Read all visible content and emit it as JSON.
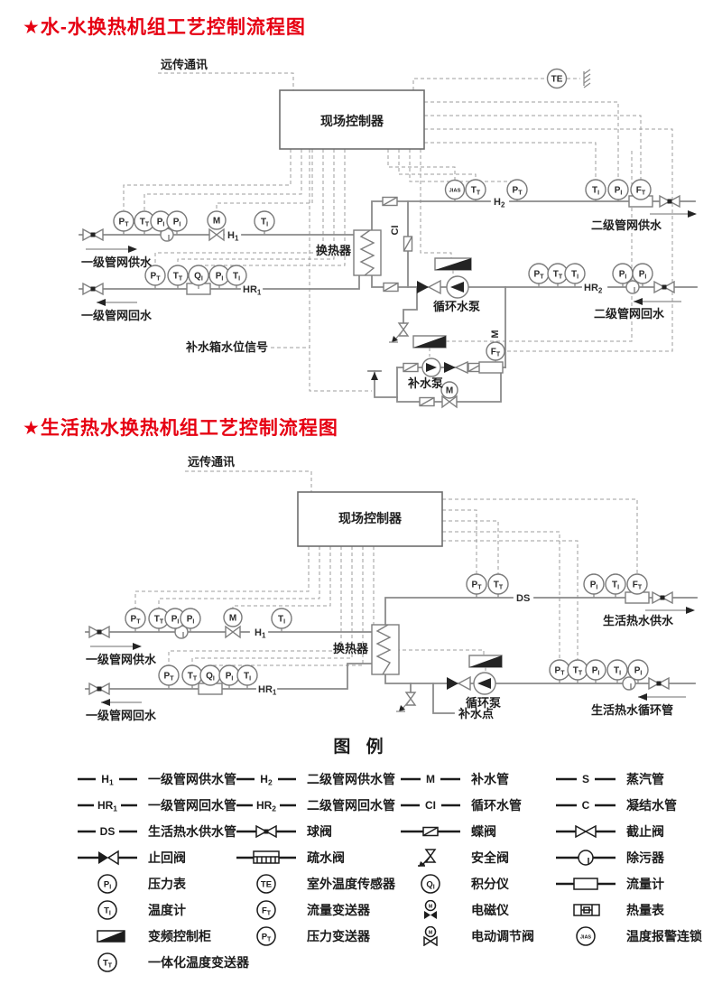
{
  "page": {
    "accent_red": "#e60012",
    "line_gray": "#8a8a8a",
    "black": "#1c1c1c"
  },
  "tags": {
    "PT": {
      "main": "P",
      "sub": "T"
    },
    "TT": {
      "main": "T",
      "sub": "T"
    },
    "PI": {
      "main": "P",
      "sub": "I"
    },
    "TI": {
      "main": "T",
      "sub": "I"
    },
    "QI": {
      "main": "Q",
      "sub": "I"
    },
    "FT": {
      "main": "F",
      "sub": "T"
    },
    "TE": {
      "main": "TE",
      "sub": ""
    },
    "JIAS": {
      "main": "JIAS",
      "sub": ""
    },
    "M": {
      "main": "M",
      "sub": ""
    },
    "H1": {
      "main": "H",
      "sub": "1"
    },
    "H2": {
      "main": "H",
      "sub": "2"
    },
    "HR1": {
      "main": "HR",
      "sub": "1"
    },
    "HR2": {
      "main": "HR",
      "sub": "2"
    },
    "DS": {
      "main": "DS",
      "sub": ""
    },
    "CI": {
      "main": "CI",
      "sub": ""
    },
    "S": {
      "main": "S",
      "sub": ""
    },
    "C": {
      "main": "C",
      "sub": ""
    }
  },
  "diagram1": {
    "title": "★水-水换热机组工艺控制流程图",
    "remote_comm": "远传通讯",
    "controller": "现场控制器",
    "primary_supply": "一级管网供水",
    "primary_return": "一级管网回水",
    "secondary_supply": "二级管网供水",
    "secondary_return": "二级管网回水",
    "exchanger": "换热器",
    "circ_pump": "循环水泵",
    "makeup_pump": "补水泵",
    "tank_level_signal": "补水箱水位信号"
  },
  "diagram2": {
    "title": "★生活热水换热机组工艺控制流程图",
    "remote_comm": "远传通讯",
    "controller": "现场控制器",
    "primary_supply": "一级管网供水",
    "primary_return": "一级管网回水",
    "dhw_supply": "生活热水供水",
    "dhw_circ": "生活热水循环管",
    "exchanger": "换热器",
    "circ_pump": "循环泵",
    "makeup_point": "补水点"
  },
  "legend": {
    "title": "图 例",
    "columns": [
      {
        "items": [
          {
            "symbol": "pipe-tag",
            "tag": "H1",
            "label": "一级管网供水管"
          },
          {
            "symbol": "pipe-tag",
            "tag": "HR1",
            "label": "一级管网回水管"
          },
          {
            "symbol": "pipe-tag",
            "tag": "DS",
            "label": "生活热水供水管"
          },
          {
            "symbol": "check-valve",
            "label": "止回阀"
          },
          {
            "symbol": "instrument",
            "tag": "PI",
            "label": "压力表"
          },
          {
            "symbol": "instrument",
            "tag": "TI",
            "label": "温度计"
          },
          {
            "symbol": "vfd-cabinet",
            "label": "变频控制柜"
          },
          {
            "symbol": "instrument",
            "tag": "TT",
            "label": "一体化温度变送器"
          }
        ]
      },
      {
        "items": [
          {
            "symbol": "pipe-tag",
            "tag": "H2",
            "label": "二级管网供水管"
          },
          {
            "symbol": "pipe-tag",
            "tag": "HR2",
            "label": "二级管网回水管"
          },
          {
            "symbol": "ball-valve",
            "label": "球阀"
          },
          {
            "symbol": "drain-valve",
            "label": "疏水阀"
          },
          {
            "symbol": "instrument",
            "tag": "TE",
            "label": "室外温度传感器"
          },
          {
            "symbol": "instrument",
            "tag": "FT",
            "label": "流量变送器"
          },
          {
            "symbol": "instrument",
            "tag": "PT",
            "label": "压力变送器"
          }
        ]
      },
      {
        "items": [
          {
            "symbol": "pipe-tag",
            "tag": "M",
            "label": "补水管"
          },
          {
            "symbol": "pipe-tag",
            "tag": "CI",
            "label": "循环水管"
          },
          {
            "symbol": "butterfly-valve",
            "label": "蝶阀"
          },
          {
            "symbol": "safety-valve",
            "label": "安全阀"
          },
          {
            "symbol": "instrument",
            "tag": "QI",
            "label": "积分仪"
          },
          {
            "symbol": "solenoid-valve",
            "label": "电磁仪"
          },
          {
            "symbol": "motor-valve",
            "label": "电动调节阀"
          }
        ]
      },
      {
        "items": [
          {
            "symbol": "pipe-tag",
            "tag": "S",
            "label": "蒸汽管"
          },
          {
            "symbol": "pipe-tag",
            "tag": "C",
            "label": "凝结水管"
          },
          {
            "symbol": "stop-valve",
            "label": "截止阀"
          },
          {
            "symbol": "strainer",
            "label": "除污器"
          },
          {
            "symbol": "flow-meter",
            "label": "流量计"
          },
          {
            "symbol": "heat-meter",
            "label": "热量表"
          },
          {
            "symbol": "instrument",
            "tag": "JIAS",
            "label": "温度报警连锁"
          }
        ]
      }
    ]
  }
}
